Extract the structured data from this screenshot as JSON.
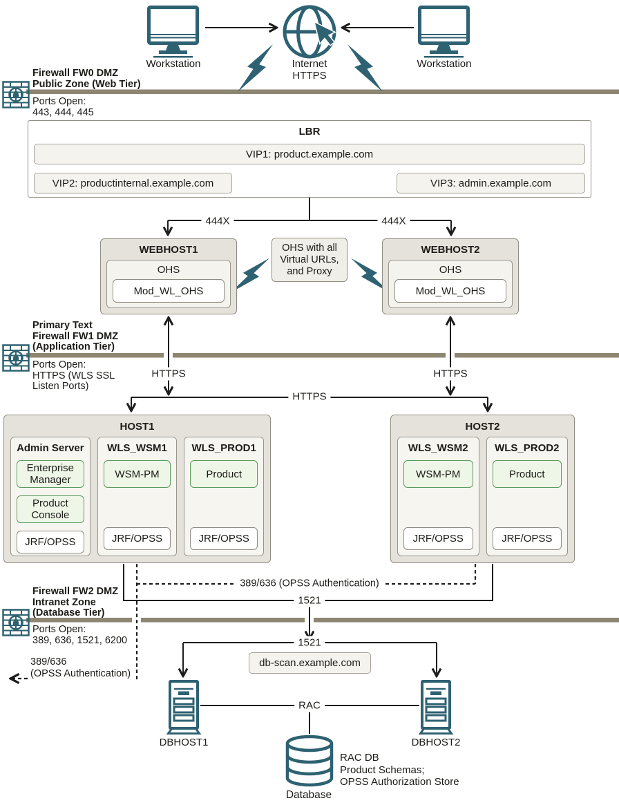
{
  "top": {
    "workstation_label": "Workstation",
    "internet_line1": "Internet",
    "internet_line2": "HTTPS"
  },
  "firewalls": [
    {
      "title_lines": [
        "Firewall FW0 DMZ",
        "Public Zone (Web Tier)"
      ],
      "ports_lines": [
        "Ports Open:",
        "443, 444, 445"
      ]
    },
    {
      "title_lines": [
        "Primary Text",
        "Firewall FW1 DMZ",
        "(Application Tier)"
      ],
      "ports_lines": [
        "Ports Open:",
        "HTTPS (WLS SSL",
        "Listen Ports)"
      ]
    },
    {
      "title_lines": [
        "Firewall FW2 DMZ",
        "Intranet Zone",
        "(Database Tier)"
      ],
      "ports_lines": [
        "Ports Open:",
        "389, 636, 1521, 6200"
      ]
    }
  ],
  "lbr": {
    "title": "LBR",
    "vip1": "VIP1: product.example.com",
    "vip2": "VIP2: productinternal.example.com",
    "vip3": "VIP3: admin.example.com"
  },
  "edge_labels": {
    "port444x": "444X",
    "https": "HTTPS",
    "port1521": "1521",
    "opss_full": "389/636 (OPSS Authentication)",
    "opss_ports": "389/636",
    "opss_paren": "(OPSS Authentication)",
    "rac": "RAC"
  },
  "web_tier": {
    "webhost1": {
      "title": "WEBHOST1",
      "server": "OHS",
      "module": "Mod_WL_OHS"
    },
    "webhost2": {
      "title": "WEBHOST2",
      "server": "OHS",
      "module": "Mod_WL_OHS"
    },
    "note_lines": [
      "OHS with all",
      "Virtual URLs,",
      "and Proxy"
    ]
  },
  "app_tier": {
    "host1": {
      "title": "HOST1",
      "servers": [
        {
          "title": "Admin Server",
          "apps": [
            "Enterprise Manager",
            "Product Console"
          ],
          "platform": "JRF/OPSS"
        },
        {
          "title": "WLS_WSM1",
          "apps": [
            "WSM-PM"
          ],
          "platform": "JRF/OPSS"
        },
        {
          "title": "WLS_PROD1",
          "apps": [
            "Product"
          ],
          "platform": "JRF/OPSS"
        }
      ]
    },
    "host2": {
      "title": "HOST2",
      "servers": [
        {
          "title": "WLS_WSM2",
          "apps": [
            "WSM-PM"
          ],
          "platform": "JRF/OPSS"
        },
        {
          "title": "WLS_PROD2",
          "apps": [
            "Product"
          ],
          "platform": "JRF/OPSS"
        }
      ]
    }
  },
  "data_tier": {
    "scan": "db-scan.example.com",
    "dbhost1": "DBHOST1",
    "dbhost2": "DBHOST2",
    "database_label": "Database",
    "db_desc_lines": [
      "RAC DB",
      "Product Schemas;",
      "OPSS Authorization Store"
    ]
  },
  "colors": {
    "teal": "#2e6272",
    "firewall_bar": "#8c8672",
    "line": "#1d1d1d",
    "host_fill": "#e5e2db",
    "host_border": "#8f8c84",
    "panel_fill": "#f5f3ee",
    "chip_fill": "#f4f3ee",
    "green_fill": "#edf6e7",
    "green_border": "#5c9a5e",
    "text": "#1c1b18"
  }
}
